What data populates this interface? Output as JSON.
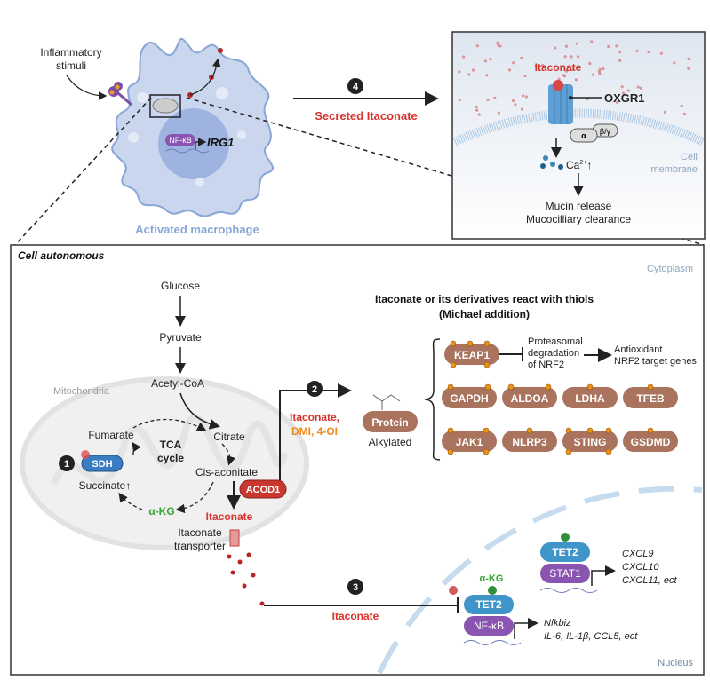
{
  "colors": {
    "itaconate_red": "#d6332b",
    "protein_brown": "#a9735e",
    "tet2_blue": "#3f95c7",
    "nfkb_purple": "#8a55b0",
    "akg_green": "#3aa23a",
    "derivative_orange": "#f08a1c",
    "membrane_blue": "#a9c8e6",
    "macrophage_fill": "#c9d6ee"
  },
  "top_left": {
    "stimuli": [
      "Inflammatory",
      "stimuli"
    ],
    "nfkb": "NF-κB",
    "gene": "IRG1",
    "cell_label": "Activated macrophage"
  },
  "step4": {
    "badge": "4",
    "label": "Secreted Itaconate"
  },
  "inset": {
    "itaconate": "Itaconate",
    "receptor": "OXGR1",
    "g_alpha": "α",
    "g_betagamma": "β/γ",
    "calcium": "Ca",
    "calcium_sup": "2+",
    "calcium_arrow": "↑",
    "membrane": [
      "Cell",
      "membrane"
    ],
    "outcome": [
      "Mucin release",
      "Mucocilliary clearance"
    ]
  },
  "panel": {
    "title": "Cell autonomous",
    "cytoplasm": "Cytoplasm",
    "mitochondria": "Mitochondria",
    "nucleus": "Nucleus",
    "pathway": {
      "glucose": "Glucose",
      "pyruvate": "Pyruvate",
      "acetyl_coa": "Acetyl-CoA",
      "citrate": "Citrate",
      "cis_aconitate": "Cis-aconitate",
      "fumarate": "Fumarate",
      "succinate": "Succinate↑",
      "akg": "α-KG",
      "tca": [
        "TCA",
        "cycle"
      ],
      "sdh": "SDH",
      "acod1": "ACOD1",
      "itaconate": "Itaconate",
      "transporter": [
        "Itaconate",
        "transporter"
      ]
    },
    "step1": {
      "badge": "1"
    },
    "step2": {
      "badge": "2",
      "label1": "Itaconate,",
      "label2": "DMI, 4-OI"
    },
    "thiols": {
      "title": [
        "Itaconate or its derivatives react with thiols",
        "(Michael addition)"
      ],
      "protein": "Protein",
      "alkylated": "Alkylated",
      "keap1": "KEAP1",
      "proteasomal": [
        "Proteasomal",
        "degradation",
        "of NRF2"
      ],
      "antioxidant": [
        "Antioxidant",
        "NRF2 target genes"
      ],
      "row2": [
        "GAPDH",
        "ALDOA",
        "LDHA",
        "TFEB"
      ],
      "row3": [
        "JAK1",
        "NLRP3",
        "STING",
        "GSDMD"
      ]
    },
    "step3": {
      "badge": "3",
      "label": "Itaconate"
    },
    "nuclear": {
      "akg": "α-KG",
      "tet2": "TET2",
      "nfkb": "NF-κB",
      "nfkb_targets": [
        "Nfkbiz",
        "IL-6, IL-1β, CCL5, ect"
      ],
      "tet2_b": "TET2",
      "stat1": "STAT1",
      "stat1_targets": [
        "CXCL9",
        "CXCL10",
        "CXCL11, ect"
      ]
    }
  }
}
